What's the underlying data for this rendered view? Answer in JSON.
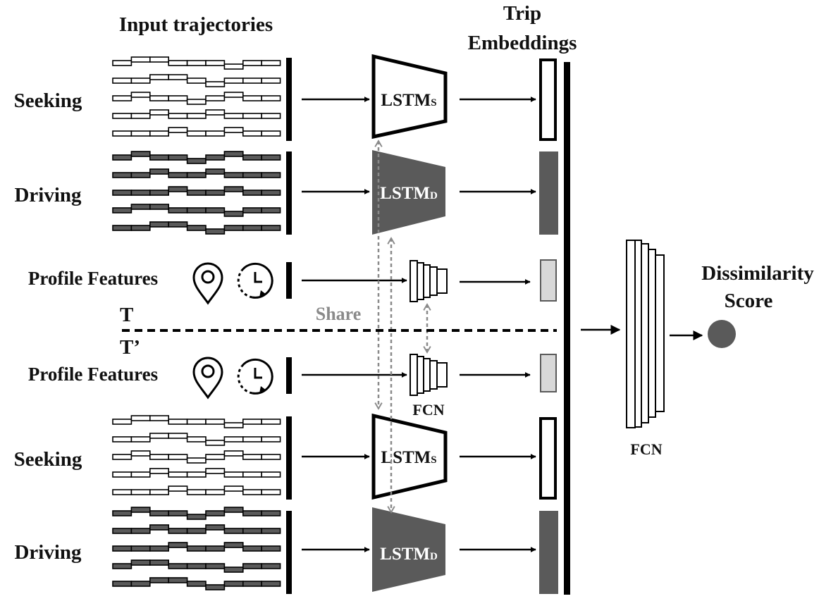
{
  "header": {
    "input_title": "Input trajectories",
    "embed_title_line1": "Trip",
    "embed_title_line2": "Embeddings",
    "score_title_line1": "Dissimilarity",
    "score_title_line2": "Score"
  },
  "rows": {
    "seeking_label": "Seeking",
    "driving_label": "Driving",
    "profile_label": "Profile Features"
  },
  "modules": {
    "lstm_main": "LSTM",
    "seeking_sub": "S",
    "driving_sub": "D",
    "fcn_label": "FCN",
    "final_fcn_label": "FCN"
  },
  "separator": {
    "top_label": "T",
    "bottom_label": "T’",
    "share_label": "Share"
  },
  "colors": {
    "dark_fill": "#5a5a5a",
    "light_fill": "#d8d8d8",
    "share_arrow": "#8a8a8a",
    "stroke": "#000000"
  },
  "icons": [
    "location-pin-icon",
    "clock-history-icon"
  ]
}
